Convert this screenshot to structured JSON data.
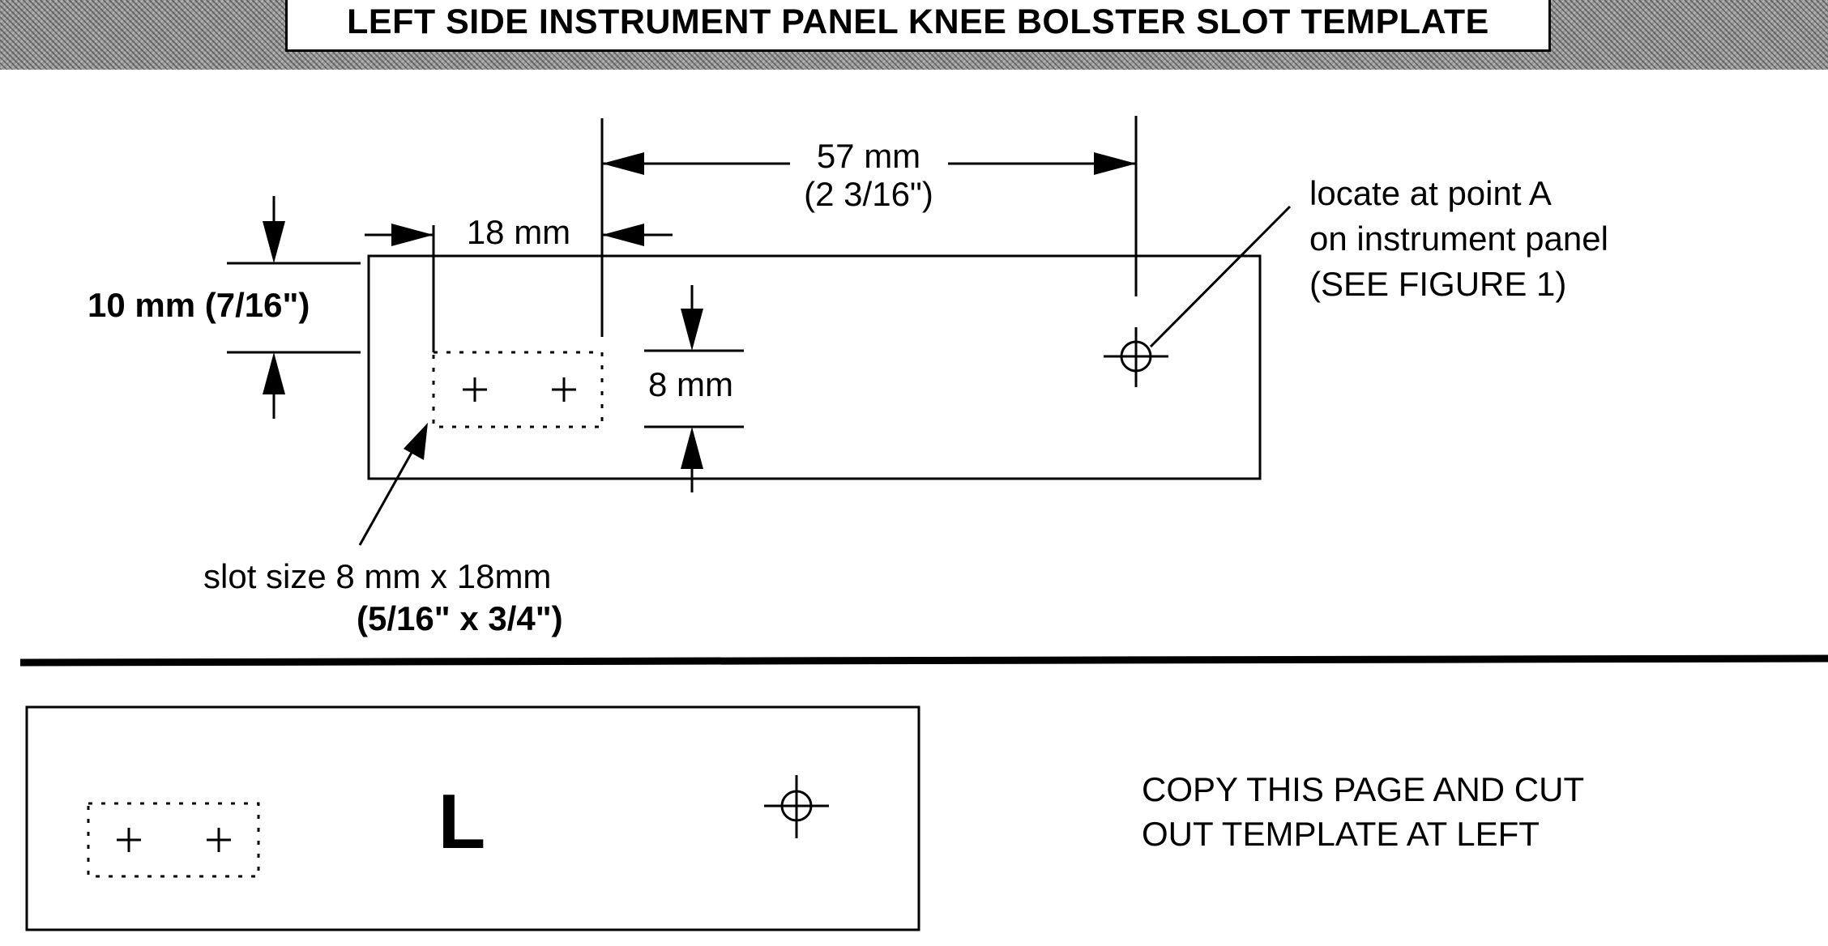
{
  "title": "LEFT SIDE INSTRUMENT PANEL KNEE BOLSTER SLOT TEMPLATE",
  "dimensions": {
    "d57": "57 mm",
    "d57_in": "(2 3/16\")",
    "d18": "18 mm",
    "d10": "10 mm (7/16\")",
    "d8": "8 mm"
  },
  "callouts": {
    "locate": [
      "locate at point A",
      "on instrument panel",
      "(SEE FIGURE 1)"
    ],
    "slot": [
      "slot size 8 mm x 18mm",
      "(5/16\" x 3/4\")"
    ]
  },
  "template": {
    "letter": "L",
    "instructions": [
      "COPY THIS PAGE AND CUT",
      "OUT TEMPLATE AT LEFT"
    ]
  },
  "colors": {
    "ink": "#000000",
    "header_gray": "#9a9a9a"
  },
  "icons": [
    "crosshair-icon",
    "plus-mark-icon",
    "arrowhead-icon"
  ]
}
